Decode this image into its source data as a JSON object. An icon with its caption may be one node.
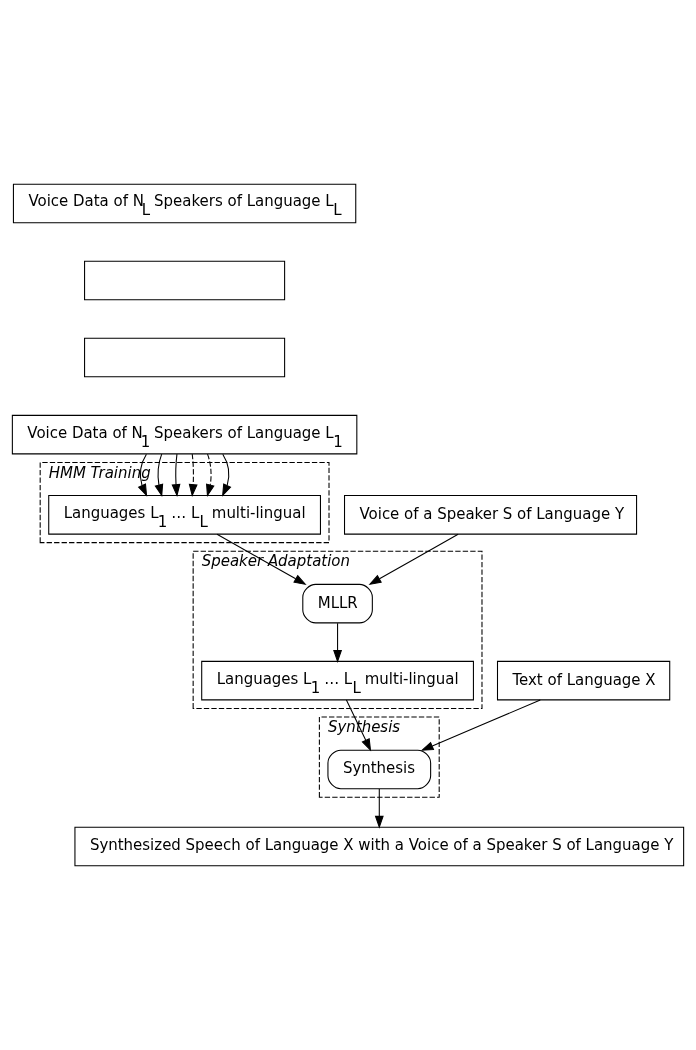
{
  "diagram": {
    "nodes": [
      {
        "text": [
          "Voice Data of N$_{L}$ Speakers of Language L$_{L}$"
        ]
      },
      {
        "text": [],
        "shape": "box"
      },
      {
        "text": [],
        "shape": "box"
      },
      {
        "text": [
          "Voice Data of N$_{1}$ Speakers of Language L$_{1}$"
        ]
      },
      {
        "text": [
          "HMM Training"
        ]
      },
      {
        "text": [
          "Languages L$_{1}$ … L$_{L}$ multi-lingual"
        ],
        "in": 4
      },
      {
        "text": [
          "Speaker Adaptation"
        ]
      },
      {
        "text": [
          "MLLR"
        ],
        "in": 6
      },
      {
        "text": [
          "Voice of a Speaker S of Language Y"
        ]
      },
      {
        "text": [
          "Languages L$_{1}$ … L$_{L}$ multi-lingual"
        ],
        "in": 6
      },
      {
        "text": [
          "Synthesis"
        ]
      },
      {
        "text": [
          "Text of Language X"
        ]
      },
      {
        "text": [
          "Synthesis"
        ],
        "in": 10
      },
      {
        "text": [
          "Synthesized Speech of Language X with a Voice of a Speaker S of Language Y"
        ]
      }
    ],
    "edges": [
      {
        "from": 3,
        "to": 5,
        "arrow": "to"
      },
      {
        "from": 3,
        "to": 5,
        "arrow": "to"
      },
      {
        "from": 3,
        "to": 5,
        "arrow": "to"
      },
      {
        "from": 3,
        "to": 5,
        "arrow": "to",
        "style": "dashed"
      },
      {
        "from": 3,
        "to": 5,
        "arrow": "to",
        "style": "dashed"
      },
      {
        "from": 3,
        "to": 5,
        "arrow": "to"
      },
      {
        "from": 5,
        "to": 7,
        "arrow": "to"
      },
      {
        "from": 8,
        "to": 7,
        "arrow": "to"
      },
      {
        "from": 7,
        "to": 9,
        "arrow": "to"
      },
      {
        "from": 9,
        "to": 12,
        "arrow": "to"
      },
      {
        "from": 11,
        "to": 12,
        "arrow": "to"
      },
      {
        "from": 12,
        "to": 13,
        "arrow": "to"
      }
    ]
  }
}
